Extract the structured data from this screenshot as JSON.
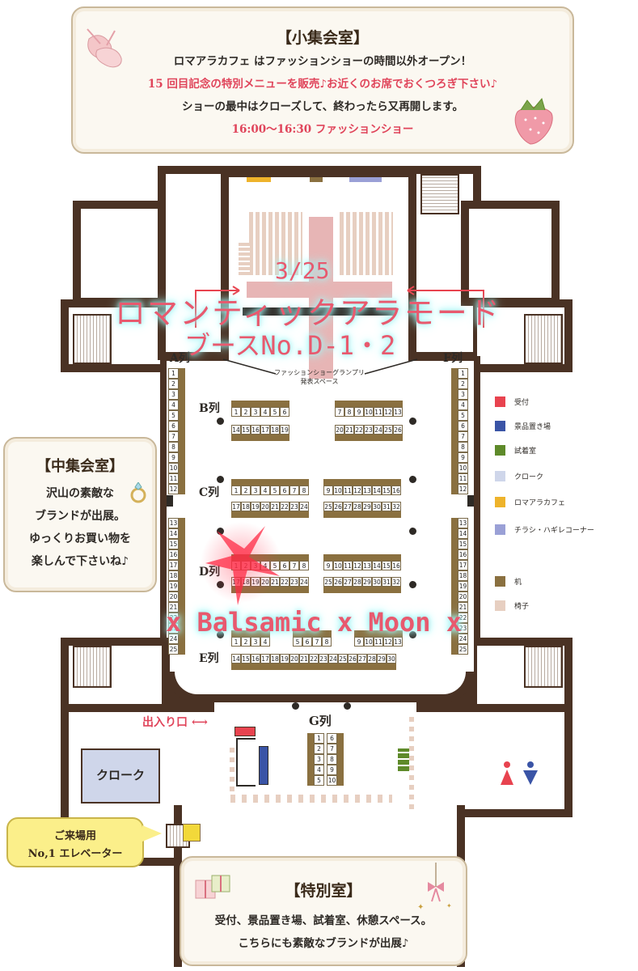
{
  "top_card": {
    "title": "【小集会室】",
    "line1": "ロマアラカフェ はファッションショーの時間以外オープン！",
    "line2": "15 回目記念の特別メニューを販売♪お近くのお席でおくつろぎ下さい♪",
    "line3": "ショーの最中はクローズして、終わったら又再開します。",
    "line4": "16:00～16:30 ファッションショー"
  },
  "left_card": {
    "title": "【中集会室】",
    "line1": "沢山の素敵な",
    "line2": "ブランドが出展。",
    "line3": "ゆっくりお買い物を",
    "line4": "楽しんで下さいね♪"
  },
  "bottom_card": {
    "title": "【特別室】",
    "line1": "受付、景品置き場、試着室、休憩スペース。",
    "line2": "こちらにも素敵なブランドが出展♪"
  },
  "overlay": {
    "date": "3/25",
    "brand": "ロマンティックアラモード",
    "booth": "ブースNo.D-1・2",
    "shop": "x Balsamic x Moon x"
  },
  "map": {
    "stage_label_1": "ファッションショーグランプリ",
    "stage_label_2": "発表スペース",
    "row_a": "A列",
    "row_b": "B列",
    "row_c": "C列",
    "row_d": "D列",
    "row_e": "E列",
    "row_f": "F列",
    "row_g": "G列",
    "entrance": "出入り口",
    "cloak": "クローク",
    "elevator_line1": "ご来場用",
    "elevator_line2": "No,1 エレベーター",
    "col_a": [
      "1",
      "2",
      "3",
      "4",
      "5",
      "6",
      "7",
      "8",
      "9",
      "10",
      "11",
      "12"
    ],
    "col_a2": [
      "13",
      "14",
      "15",
      "16",
      "17",
      "18",
      "19",
      "20",
      "21",
      "22",
      "23",
      "24",
      "25"
    ],
    "row_b_top_left": [
      "1",
      "2",
      "3",
      "4",
      "5",
      "6"
    ],
    "row_b_top_right": [
      "7",
      "8",
      "9",
      "10",
      "11",
      "12",
      "13"
    ],
    "row_b_bot_left": [
      "14",
      "15",
      "16",
      "17",
      "18",
      "19"
    ],
    "row_b_bot_right": [
      "20",
      "21",
      "22",
      "23",
      "24",
      "25",
      "26"
    ],
    "row_cd_top_left": [
      "1",
      "2",
      "3",
      "4",
      "5",
      "6",
      "7",
      "8"
    ],
    "row_cd_top_right": [
      "9",
      "10",
      "11",
      "12",
      "13",
      "14",
      "15",
      "16"
    ],
    "row_cd_bot_left": [
      "17",
      "18",
      "19",
      "20",
      "21",
      "22",
      "23",
      "24"
    ],
    "row_cd_bot_right": [
      "25",
      "26",
      "27",
      "28",
      "29",
      "30",
      "31",
      "32"
    ],
    "row_e_top_left": [
      "1",
      "2",
      "3",
      "4"
    ],
    "row_e_top_mid": [
      "5",
      "6",
      "7",
      "8"
    ],
    "row_e_top_right": [
      "9",
      "10",
      "11",
      "12",
      "13"
    ],
    "row_e_bot": [
      "14",
      "15",
      "16",
      "17",
      "18",
      "19",
      "20",
      "21",
      "22",
      "23",
      "24",
      "25",
      "26",
      "27",
      "28",
      "29",
      "30"
    ],
    "row_g_left": [
      "1",
      "2",
      "3",
      "4",
      "5"
    ],
    "row_g_right": [
      "6",
      "7",
      "8",
      "9",
      "10"
    ]
  },
  "legend": [
    {
      "label": "受付",
      "color": "#e8434f"
    },
    {
      "label": "景品置き場",
      "color": "#3a54a6"
    },
    {
      "label": "試着室",
      "color": "#5e8a2a"
    },
    {
      "label": "クローク",
      "color": "#cfd6ea"
    },
    {
      "label": "ロマアラカフェ",
      "color": "#eeb32b"
    },
    {
      "label": "チラシ・ハギレコーナー",
      "color": "#9aa0d6"
    },
    {
      "label": "机",
      "color": "#8a7040"
    },
    {
      "label": "椅子",
      "color": "#e7cfc1"
    }
  ],
  "colors": {
    "wall": "#4a3224",
    "accent_red": "#e0445a",
    "glow": "#9ff3f3"
  }
}
